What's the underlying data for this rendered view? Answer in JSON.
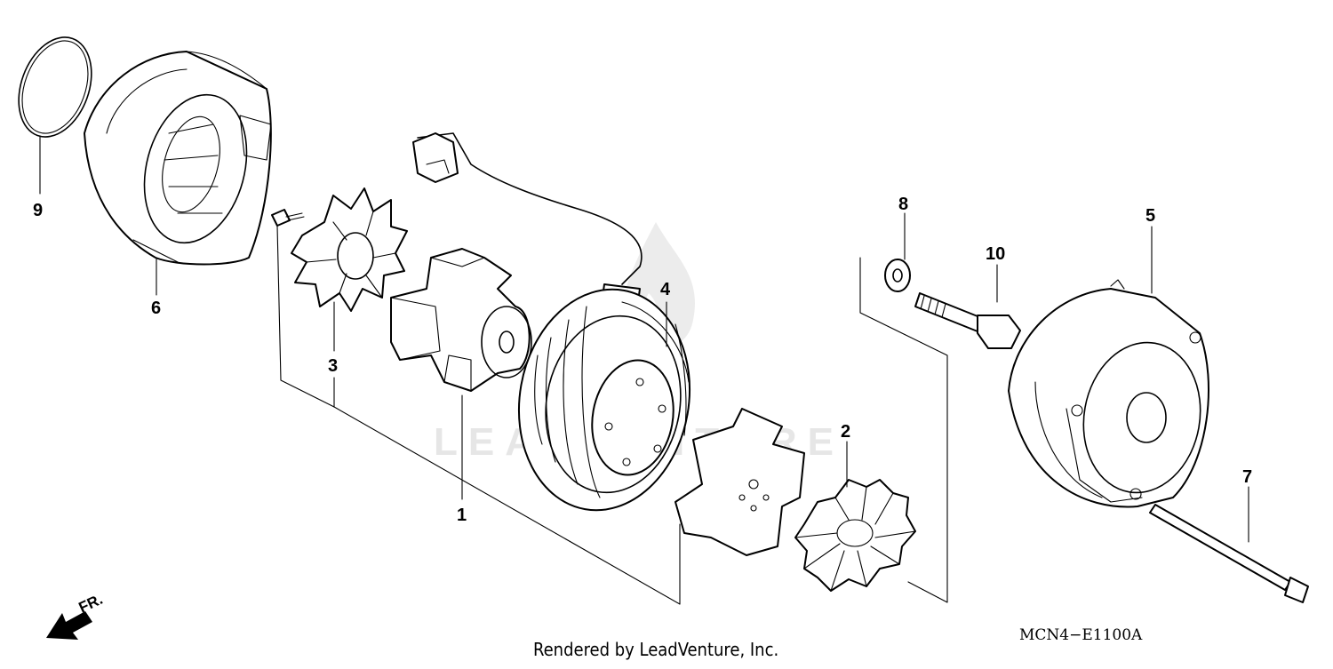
{
  "diagram": {
    "watermark": "LEADVENTURE",
    "direction_label": "FR.",
    "diagram_code": "MCN4−E1100A",
    "credit": "Rendered by LeadVenture, Inc.",
    "callouts": {
      "c1": "1",
      "c2": "2",
      "c3": "3",
      "c4": "4",
      "c5": "5",
      "c6": "6",
      "c7": "7",
      "c8": "8",
      "c9": "9",
      "c10": "10"
    }
  }
}
